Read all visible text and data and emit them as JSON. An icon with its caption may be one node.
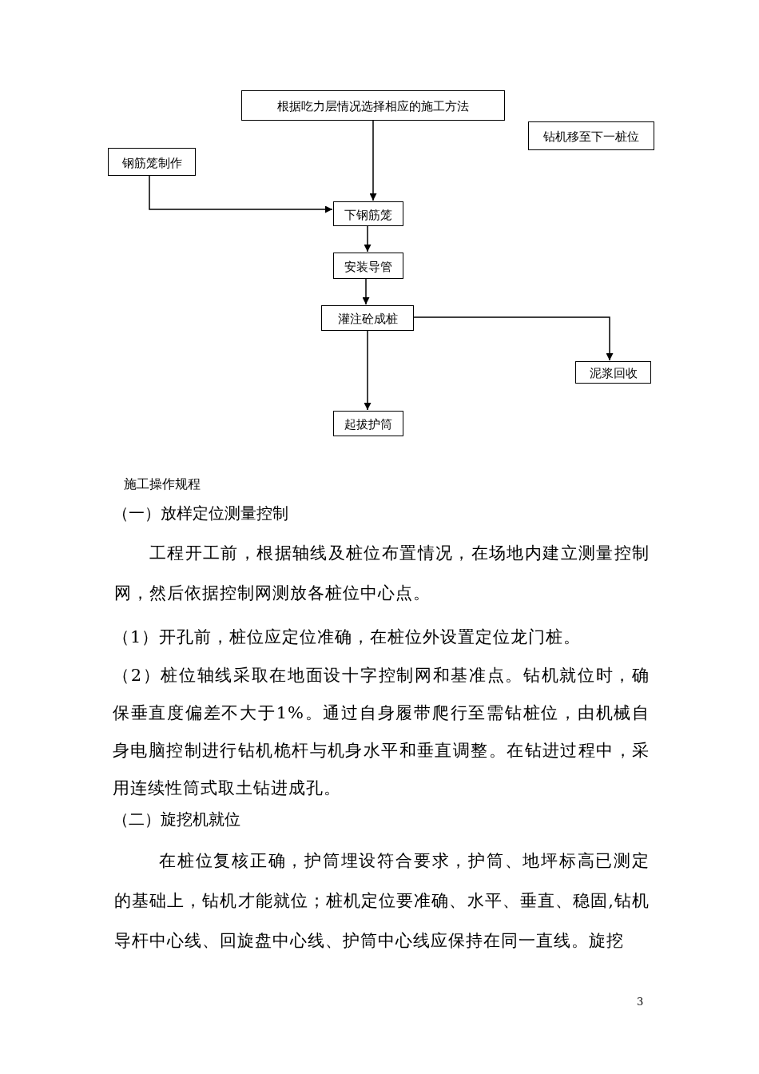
{
  "diagram": {
    "nodes": [
      {
        "text": [
          "根据吃力层情况选择相应的施工方法"
        ]
      },
      {
        "text": [
          "钻机移至下一桩位"
        ]
      },
      {
        "text": [
          "钢筋笼制作"
        ]
      },
      {
        "text": [
          "下钢筋笼"
        ]
      },
      {
        "text": [
          "安装导管"
        ]
      },
      {
        "text": [
          "灌注砼成桩"
        ]
      },
      {
        "text": [
          "泥浆回收"
        ]
      },
      {
        "text": [
          "起拔护筒"
        ]
      }
    ],
    "edges": [
      {
        "from": 0,
        "to": 3,
        "arrow": "to"
      },
      {
        "from": 2,
        "to": 3,
        "arrow": "to"
      },
      {
        "from": 3,
        "to": 4,
        "arrow": "to"
      },
      {
        "from": 4,
        "to": 5,
        "arrow": "to"
      },
      {
        "from": 5,
        "to": 6,
        "arrow": "to"
      },
      {
        "from": 5,
        "to": 7,
        "arrow": "to"
      }
    ],
    "labels": [
      "施工操作规程",
      "（一）放样定位测量控制",
      "工程开工前，根据轴线及桩位布置情况，在场地内建立测量控制网，然后依据控制网测放各桩位中心点。",
      "（1）开孔前，桩位应定位准确，在桩位外设置定位龙门桩。",
      "（2）桩位轴线采取在地面设十字控制网和基准点。钻机就位时，确保垂直度偏差不大于1%。通过自身履带爬行至需钻桩位，由机械自身电脑控制进行钻机桅杆与机身水平和垂直调整。在钻进过程中，采用连续性筒式取土钻进成孔。",
      "（二）旋挖机就位",
      "在桩位复核正确，护筒埋设符合要求，护筒、地坪标高已测定的基础上，钻机才能就位；桩机定位要准确、水平、垂直、稳固,钻机导杆中心线、回旋盘中心线、护筒中心线应保持在同一直线。旋挖",
      "3"
    ]
  }
}
